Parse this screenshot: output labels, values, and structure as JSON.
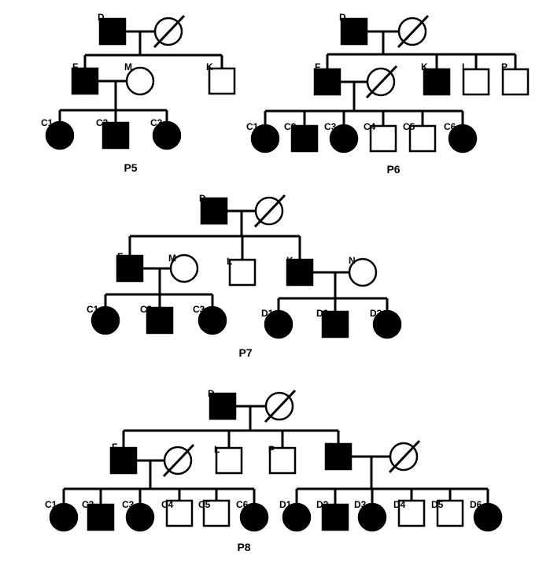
{
  "colors": {
    "affected": "#000000",
    "unaffected": "#ffffff",
    "stroke": "#000000"
  },
  "pedigrees": [
    {
      "caption": "P5",
      "individuals": [
        {
          "id": "d",
          "label": "D",
          "sex": "male",
          "affected": true,
          "deceased": false
        },
        {
          "id": "dw",
          "label": "",
          "sex": "female",
          "affected": false,
          "deceased": true
        },
        {
          "id": "f",
          "label": "F",
          "sex": "male",
          "affected": true,
          "deceased": false
        },
        {
          "id": "m",
          "label": "M",
          "sex": "female",
          "affected": false,
          "deceased": false
        },
        {
          "id": "k",
          "label": "K",
          "sex": "male",
          "affected": false,
          "deceased": false
        },
        {
          "id": "c1",
          "label": "C1",
          "sex": "female",
          "affected": true,
          "deceased": false
        },
        {
          "id": "c2",
          "label": "C2",
          "sex": "male",
          "affected": true,
          "deceased": false
        },
        {
          "id": "c3",
          "label": "C3",
          "sex": "female",
          "affected": true,
          "deceased": false
        }
      ]
    },
    {
      "caption": "P6",
      "individuals": [
        {
          "id": "d",
          "label": "D",
          "sex": "male",
          "affected": true,
          "deceased": false
        },
        {
          "id": "dw",
          "label": "",
          "sex": "female",
          "affected": false,
          "deceased": true
        },
        {
          "id": "f",
          "label": "F",
          "sex": "male",
          "affected": true,
          "deceased": false
        },
        {
          "id": "fw",
          "label": "",
          "sex": "female",
          "affected": false,
          "deceased": true
        },
        {
          "id": "k",
          "label": "K",
          "sex": "male",
          "affected": true,
          "deceased": false
        },
        {
          "id": "l",
          "label": "L",
          "sex": "male",
          "affected": false,
          "deceased": false
        },
        {
          "id": "p",
          "label": "P",
          "sex": "male",
          "affected": false,
          "deceased": false
        },
        {
          "id": "c1",
          "label": "C1",
          "sex": "female",
          "affected": true,
          "deceased": false
        },
        {
          "id": "c2",
          "label": "C2",
          "sex": "male",
          "affected": true,
          "deceased": false
        },
        {
          "id": "c3",
          "label": "C3",
          "sex": "female",
          "affected": true,
          "deceased": false
        },
        {
          "id": "c4",
          "label": "C4",
          "sex": "male",
          "affected": false,
          "deceased": false
        },
        {
          "id": "c5",
          "label": "C5",
          "sex": "male",
          "affected": false,
          "deceased": false
        },
        {
          "id": "c6",
          "label": "C6",
          "sex": "female",
          "affected": true,
          "deceased": false
        }
      ]
    },
    {
      "caption": "P7",
      "individuals": [
        {
          "id": "d",
          "label": "D",
          "sex": "male",
          "affected": true,
          "deceased": false
        },
        {
          "id": "dw",
          "label": "",
          "sex": "female",
          "affected": false,
          "deceased": true
        },
        {
          "id": "f",
          "label": "F",
          "sex": "male",
          "affected": true,
          "deceased": false
        },
        {
          "id": "m",
          "label": "M",
          "sex": "female",
          "affected": false,
          "deceased": false
        },
        {
          "id": "l",
          "label": "L",
          "sex": "male",
          "affected": false,
          "deceased": false
        },
        {
          "id": "k",
          "label": "K",
          "sex": "male",
          "affected": true,
          "deceased": false
        },
        {
          "id": "n",
          "label": "N",
          "sex": "female",
          "affected": false,
          "deceased": false
        },
        {
          "id": "c1",
          "label": "C1",
          "sex": "female",
          "affected": true,
          "deceased": false
        },
        {
          "id": "c2",
          "label": "C2",
          "sex": "male",
          "affected": true,
          "deceased": false
        },
        {
          "id": "c3",
          "label": "C3",
          "sex": "female",
          "affected": true,
          "deceased": false
        },
        {
          "id": "d1",
          "label": "D1",
          "sex": "female",
          "affected": true,
          "deceased": false
        },
        {
          "id": "d2",
          "label": "D2",
          "sex": "male",
          "affected": true,
          "deceased": false
        },
        {
          "id": "d3",
          "label": "D3",
          "sex": "female",
          "affected": true,
          "deceased": false
        }
      ]
    },
    {
      "caption": "P8",
      "individuals": [
        {
          "id": "d",
          "label": "D",
          "sex": "male",
          "affected": true,
          "deceased": false
        },
        {
          "id": "dw",
          "label": "",
          "sex": "female",
          "affected": false,
          "deceased": true
        },
        {
          "id": "f",
          "label": "F",
          "sex": "male",
          "affected": true,
          "deceased": false
        },
        {
          "id": "fw",
          "label": "",
          "sex": "female",
          "affected": false,
          "deceased": true
        },
        {
          "id": "l",
          "label": "L",
          "sex": "male",
          "affected": false,
          "deceased": false
        },
        {
          "id": "p",
          "label": "P",
          "sex": "male",
          "affected": false,
          "deceased": false
        },
        {
          "id": "k",
          "label": "K",
          "sex": "male",
          "affected": true,
          "deceased": false
        },
        {
          "id": "kw",
          "label": "",
          "sex": "female",
          "affected": false,
          "deceased": true
        },
        {
          "id": "c1",
          "label": "C1",
          "sex": "female",
          "affected": true,
          "deceased": false
        },
        {
          "id": "c2",
          "label": "C2",
          "sex": "male",
          "affected": true,
          "deceased": false
        },
        {
          "id": "c3",
          "label": "C3",
          "sex": "female",
          "affected": true,
          "deceased": false
        },
        {
          "id": "c4",
          "label": "C4",
          "sex": "male",
          "affected": false,
          "deceased": false
        },
        {
          "id": "c5",
          "label": "C5",
          "sex": "male",
          "affected": false,
          "deceased": false
        },
        {
          "id": "c6",
          "label": "C6",
          "sex": "female",
          "affected": true,
          "deceased": false
        },
        {
          "id": "d1",
          "label": "D1",
          "sex": "female",
          "affected": true,
          "deceased": false
        },
        {
          "id": "d2",
          "label": "D2",
          "sex": "male",
          "affected": true,
          "deceased": false
        },
        {
          "id": "d3",
          "label": "D3",
          "sex": "female",
          "affected": true,
          "deceased": false
        },
        {
          "id": "d4",
          "label": "D4",
          "sex": "male",
          "affected": false,
          "deceased": false
        },
        {
          "id": "d5",
          "label": "D5",
          "sex": "male",
          "affected": false,
          "deceased": false
        },
        {
          "id": "d6",
          "label": "D6",
          "sex": "female",
          "affected": true,
          "deceased": false
        }
      ]
    }
  ]
}
